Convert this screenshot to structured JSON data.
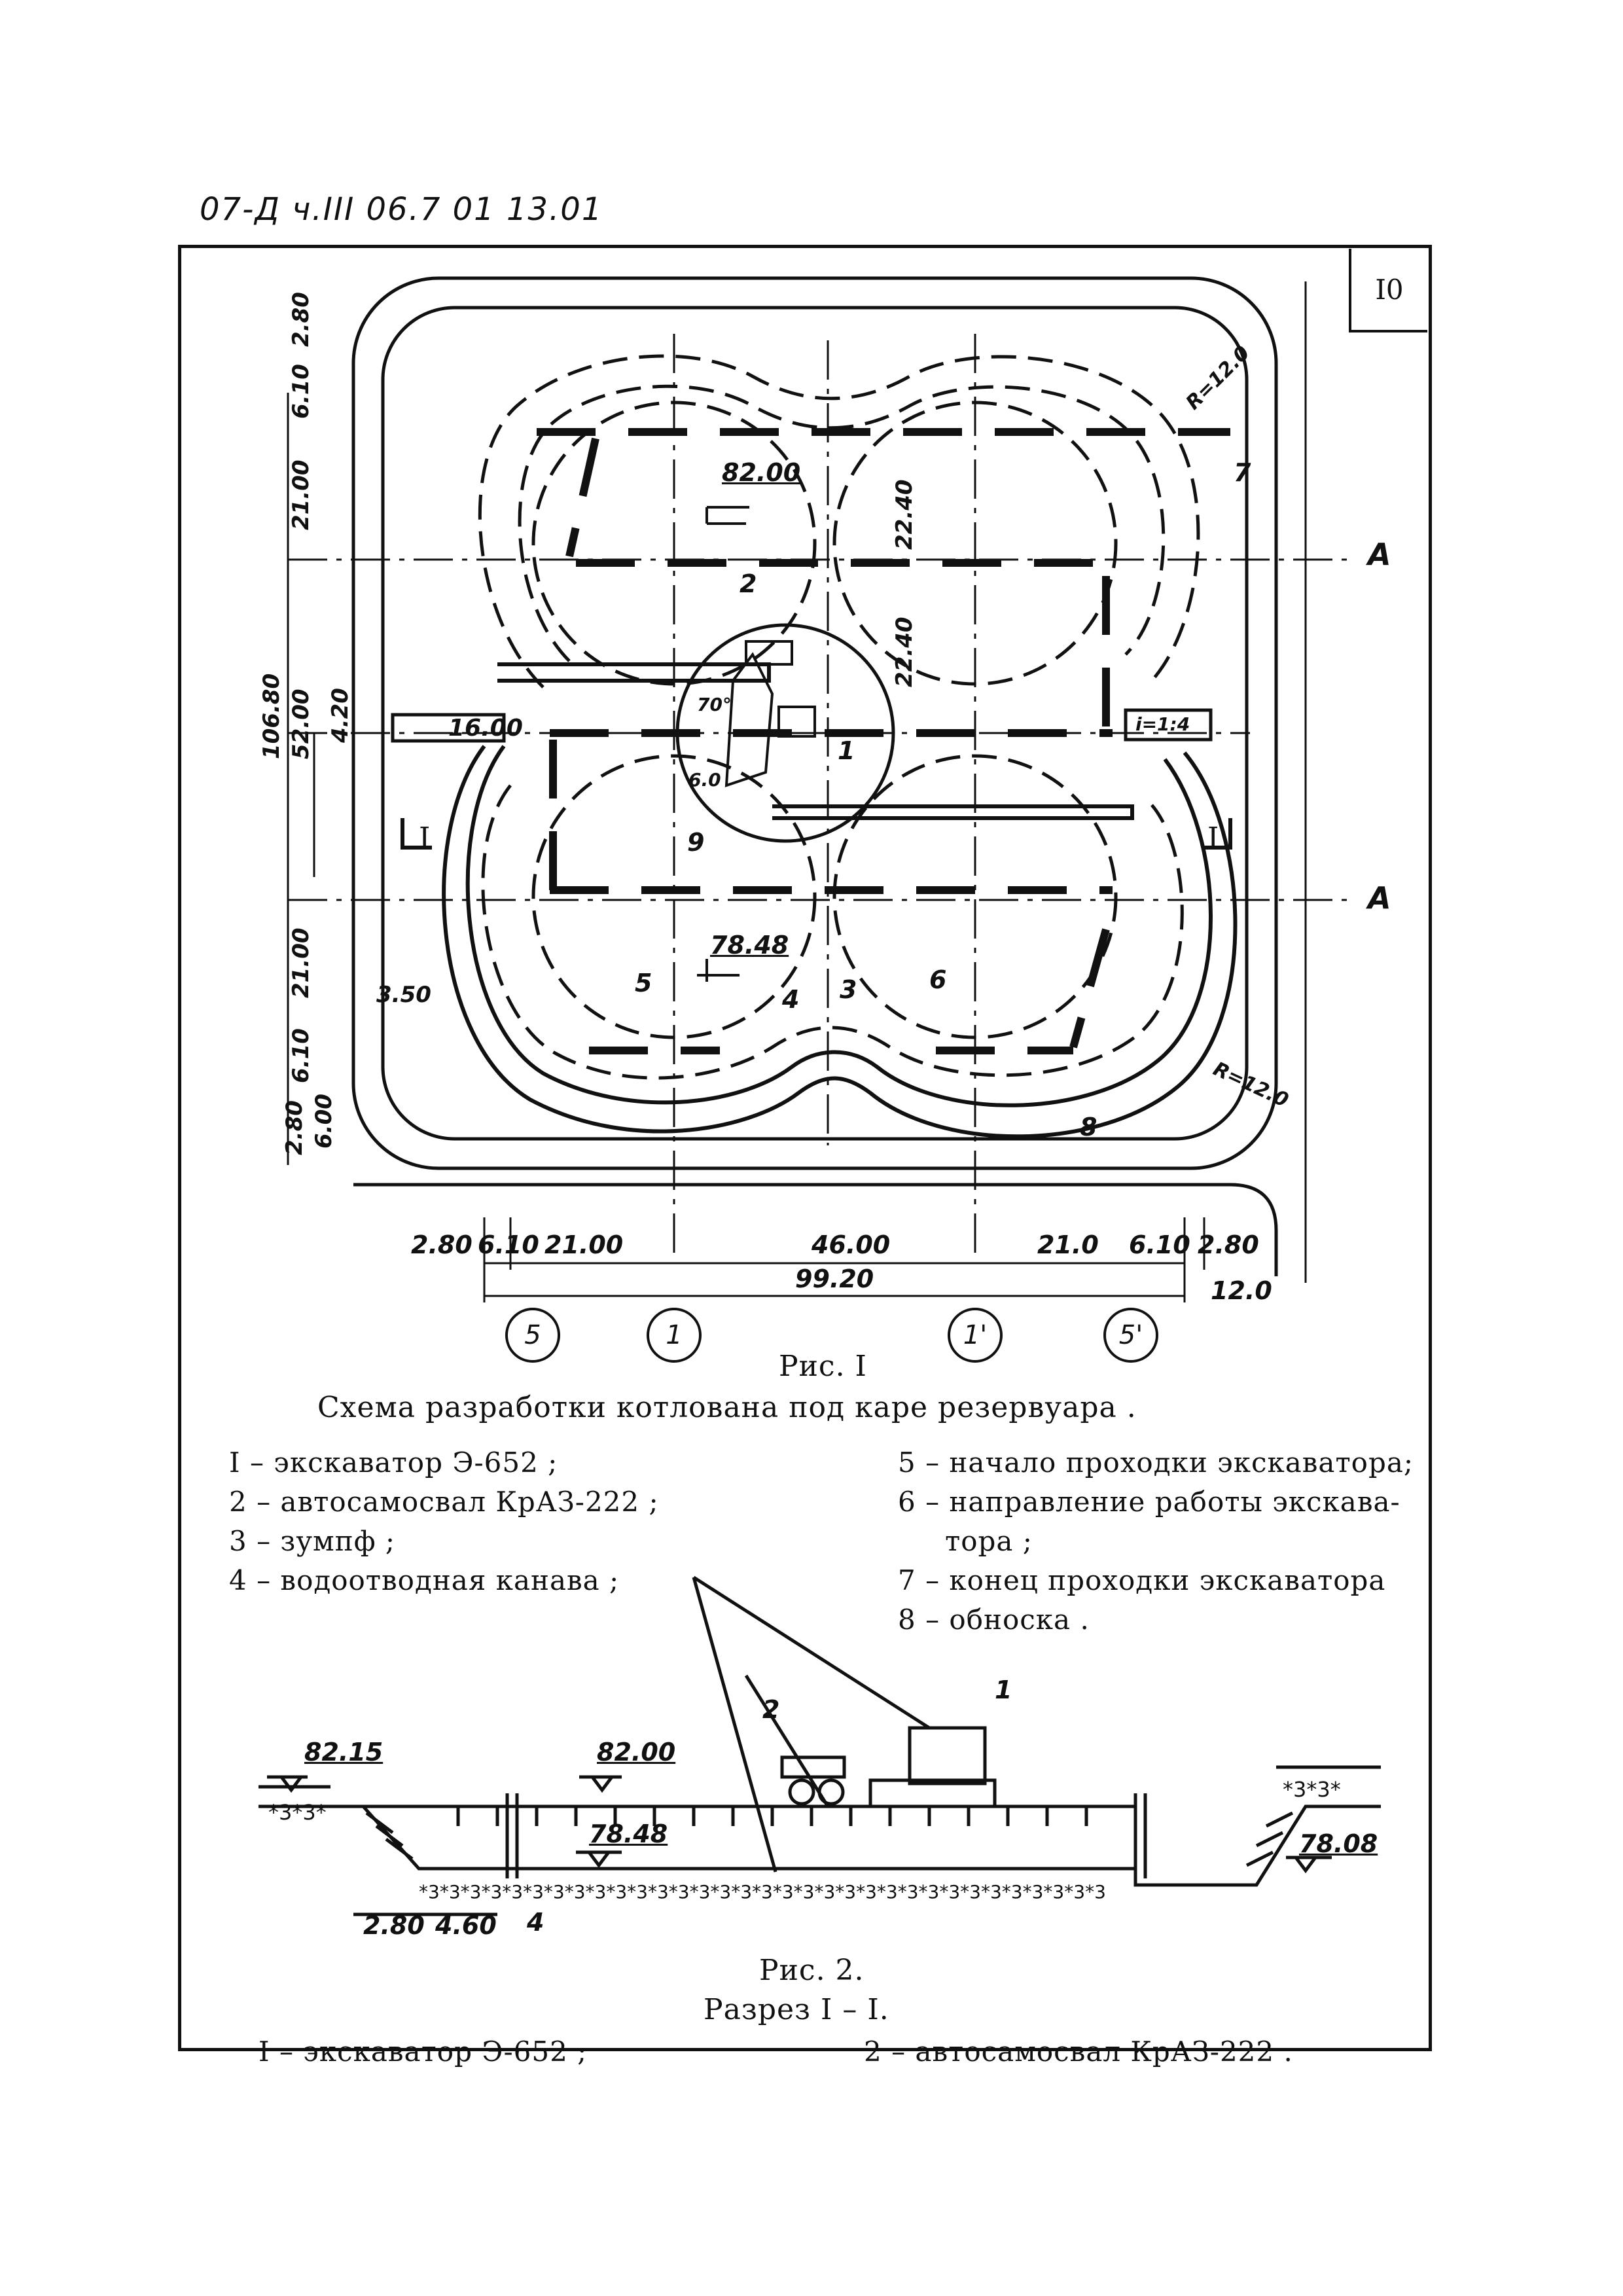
{
  "doc_code": "07-Д ч.III  06.7 01 13.01",
  "sheet_number": "I0",
  "fig1": {
    "label": "Рис. I",
    "caption": "Схема разработки котлована под каре резервуара .",
    "elevations": [
      "82.00",
      "78.48"
    ],
    "radii": [
      "R=12.0",
      "R=12.0"
    ],
    "slope": "i=1:4",
    "ramp_width": "16.00",
    "section_marks": [
      "I",
      "I"
    ],
    "axis_A": [
      "А",
      "А"
    ],
    "angle": "70°",
    "callouts": [
      "1",
      "2",
      "3",
      "4",
      "5",
      "6",
      "7",
      "8",
      "9"
    ],
    "dims_horizontal": [
      "2.80",
      "6.10",
      "21.00",
      "46.00",
      "21.0",
      "6.10",
      "2.80"
    ],
    "dim_total_h": "99.20",
    "dim_outer": "12.0",
    "dims_vertical_left": [
      "2.80",
      "6.10",
      "21.00",
      "22.40",
      "22.40",
      "21.00",
      "6.10",
      "2.80",
      "6.00"
    ],
    "dim_total_v": "106.80",
    "dim_mid_v": "52.00",
    "dim_ramp_v": "4.20",
    "dim_350": "3.50",
    "dim_60": "6.0",
    "axes": [
      "5",
      "1",
      "1'",
      "5'"
    ]
  },
  "legend1": {
    "left": [
      "I – экскаватор Э-652 ;",
      "2 – автосамосвал КрАЗ-222 ;",
      "3 – зумпф ;",
      "4 – водоотводная канава ;"
    ],
    "right": [
      "5 – начало проходки экскаватора;",
      "6 – направление работы экскава-",
      "тора ;",
      "7 – конец проходки экскаватора",
      "8 – обноска ."
    ]
  },
  "fig2": {
    "label": "Рис. 2.",
    "caption": "Разрез  I – I.",
    "elevations": [
      "82.15",
      "82.00",
      "78.48",
      "78.08"
    ],
    "dims": [
      "2.80",
      "4.60"
    ],
    "callouts": [
      "1",
      "2",
      "4"
    ],
    "legend_left": "I – экскаватор Э-652 ;",
    "legend_right": "2 – автосамосвал КрАЗ-222 ."
  }
}
